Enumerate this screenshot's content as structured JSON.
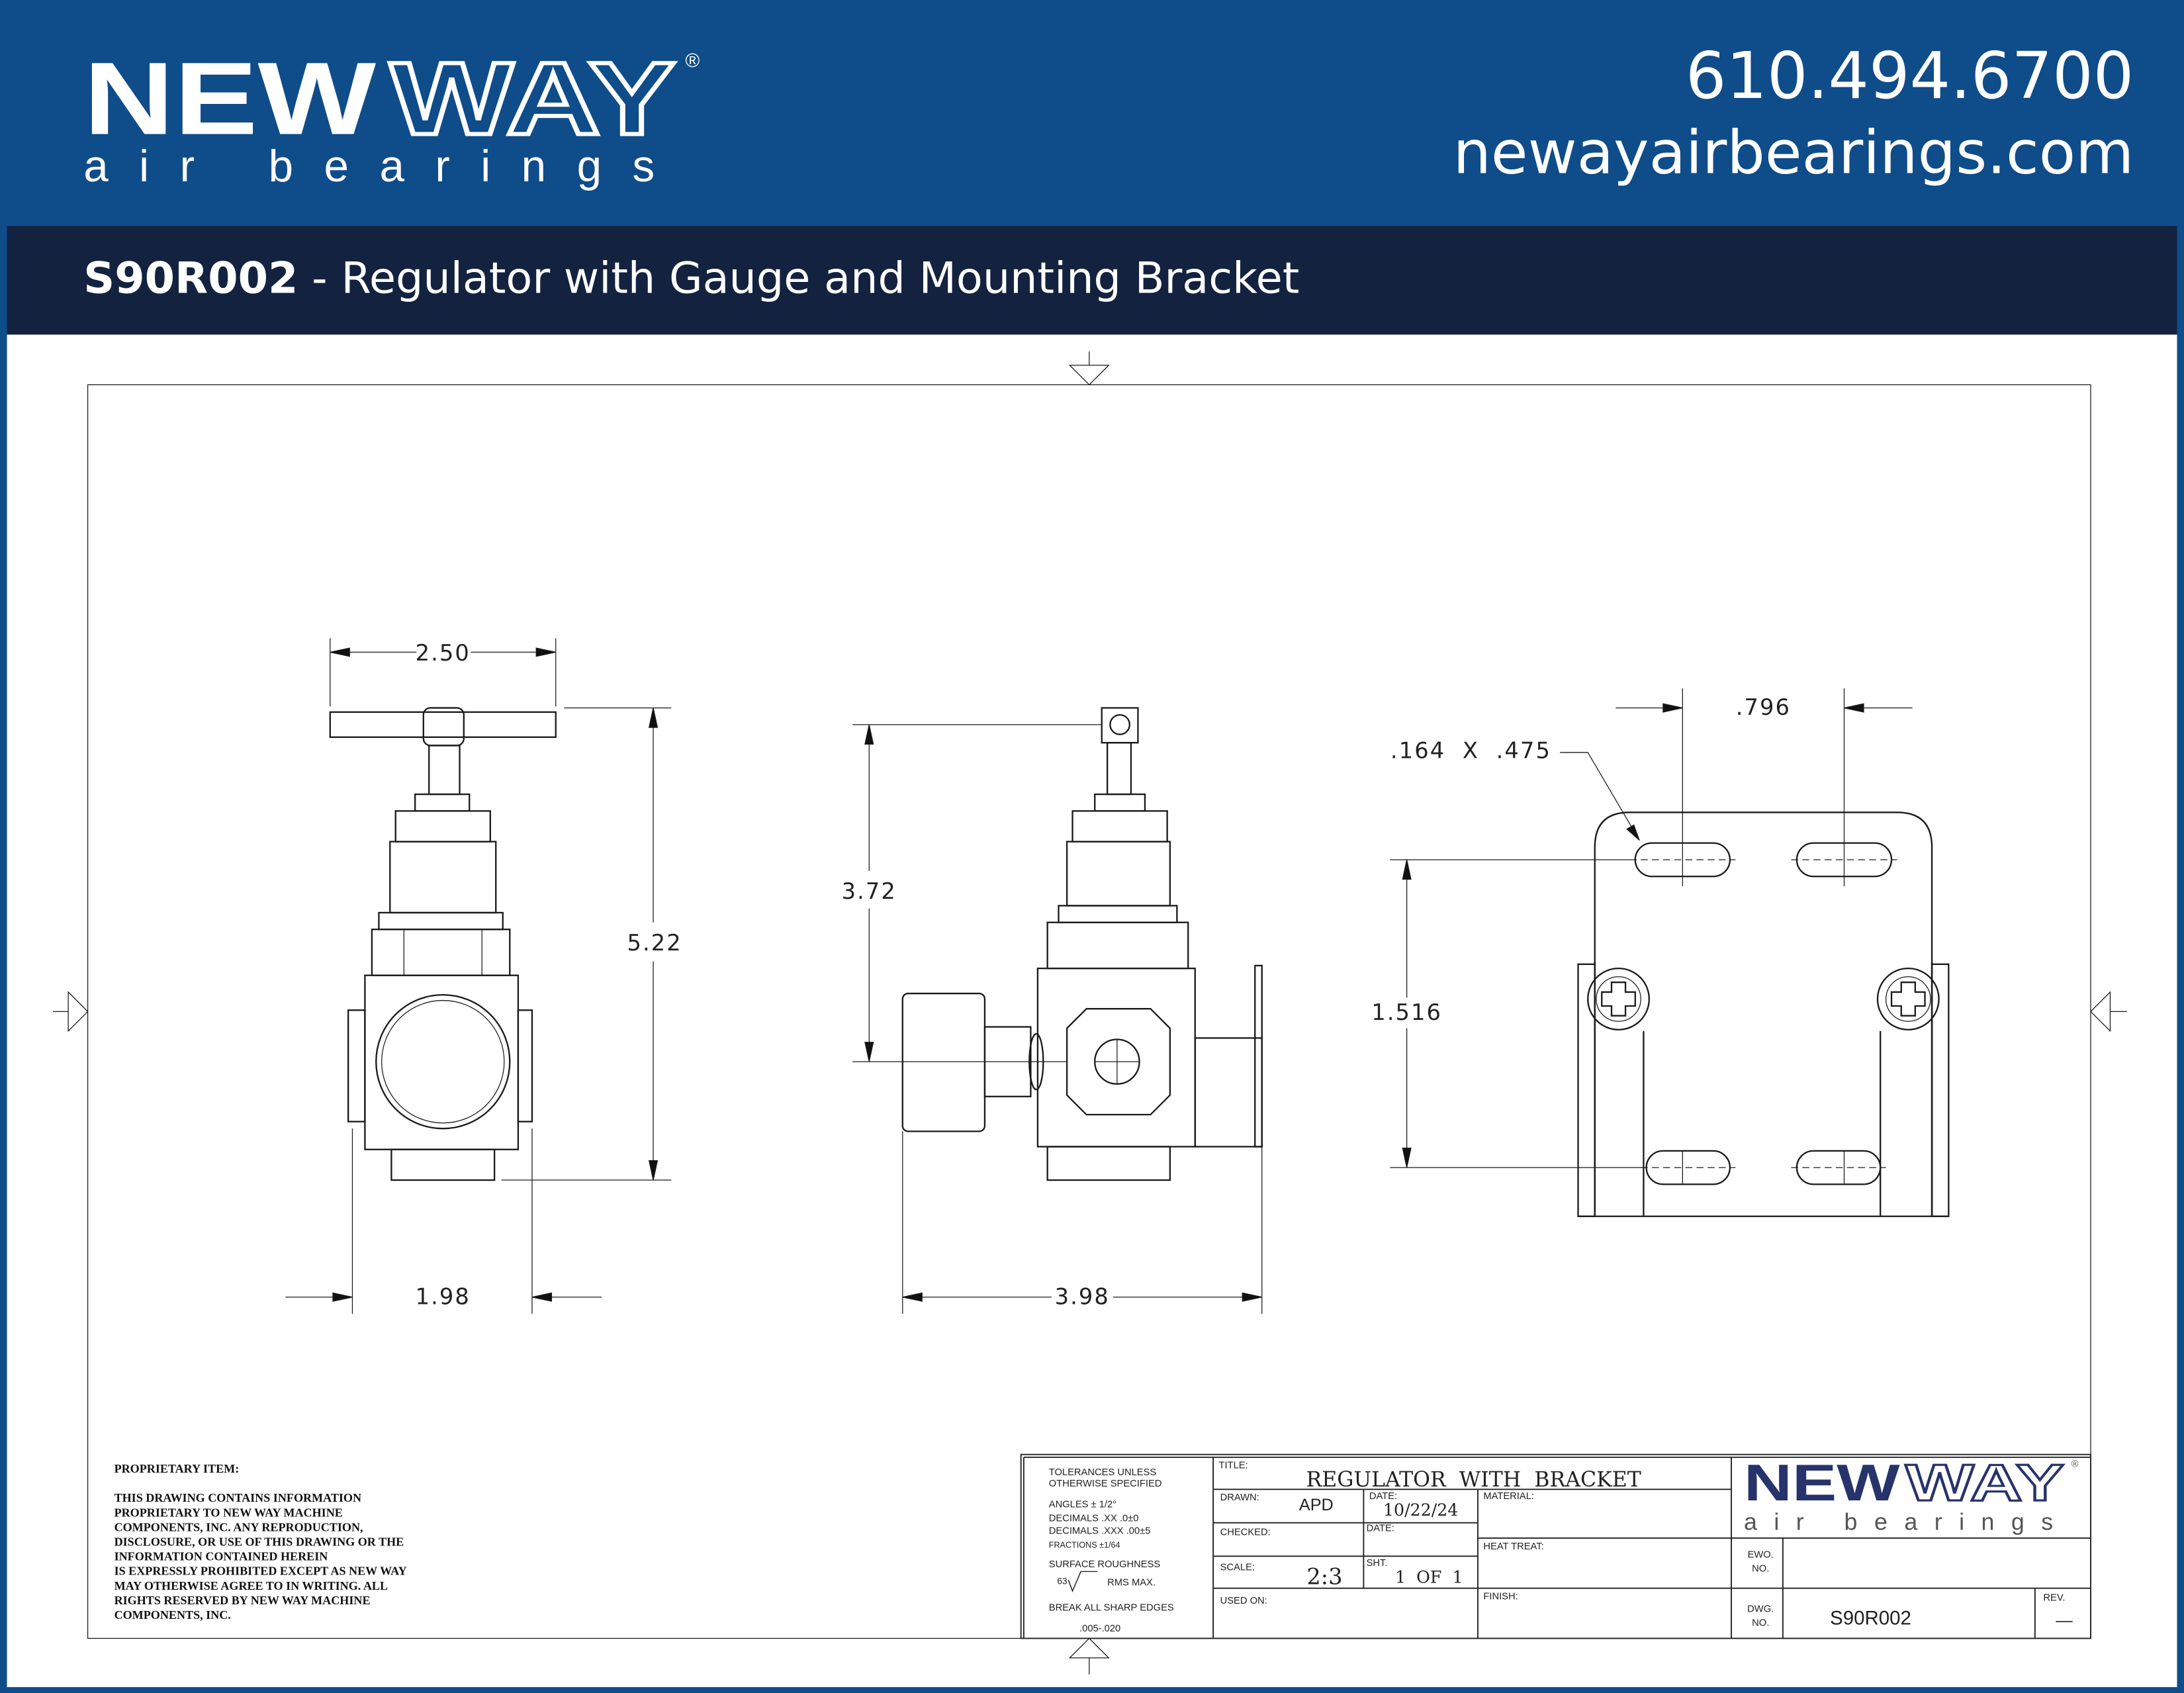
{
  "header": {
    "logo_top": "NEWWAY",
    "logo_bottom": "air bearings",
    "registered": "®",
    "phone": "610.494.6700",
    "website": "newayairbearings.com"
  },
  "title_bar": {
    "part_number": "S90R002",
    "description": " - Regulator with Gauge and Mounting Bracket"
  },
  "dimensions": {
    "front_width": "2.50",
    "front_height": "5.22",
    "front_body_width": "1.98",
    "side_height": "3.72",
    "side_width": "3.98",
    "bracket_spacing": ".796",
    "slot_size": ".164  X  .475",
    "bracket_vertical": "1.516"
  },
  "proprietary": {
    "heading": "PROPRIETARY ITEM:",
    "lines": [
      "THIS DRAWING CONTAINS INFORMATION",
      "PROPRIETARY TO NEW WAY MACHINE",
      "COMPONENTS, INC. ANY REPRODUCTION,",
      "DISCLOSURE, OR USE OF THIS DRAWING OR THE",
      "INFORMATION CONTAINED HEREIN",
      "IS EXPRESSLY PROHIBITED EXCEPT AS NEW WAY",
      "MAY OTHERWISE AGREE TO IN WRITING. ALL",
      "RIGHTS RESERVED BY NEW WAY MACHINE",
      "COMPONENTS, INC."
    ]
  },
  "title_block": {
    "tolerances_1": "TOLERANCES UNLESS",
    "tolerances_2": "OTHERWISE SPECIFIED",
    "angles": "ANGLES ±  1/2°",
    "decimals_xx": "DECIMALS .XX  .0±0",
    "decimals_xxx": "DECIMALS .XXX .00±5",
    "fractions": "FRACTIONS   ±1/64",
    "surface_roughness": "SURFACE ROUGHNESS",
    "roughness_value": "63",
    "rms": "RMS MAX.",
    "break_edges": "BREAK ALL SHARP EDGES",
    "break_value": ".005-.020",
    "title_label": "TITLE:",
    "title": "REGULATOR  WITH  BRACKET",
    "drawn_label": "DRAWN:",
    "drawn": "APD",
    "date_label": "DATE:",
    "date": "10/22/24",
    "checked_label": "CHECKED:",
    "date2_label": "DATE:",
    "scale_label": "SCALE:",
    "scale": "2:3",
    "sheet_label": "SHT.",
    "sheet": "1  OF  1",
    "used_on_label": "USED ON:",
    "material_label": "MATERIAL:",
    "heat_treat_label": "HEAT TREAT:",
    "finish_label": "FINISH:",
    "ewo_label_1": "EWO.",
    "ewo_label_2": "NO.",
    "dwg_label_1": "DWG.",
    "dwg_label_2": "NO.",
    "dwg_no": "S90R002",
    "rev_label": "REV.",
    "rev": "—",
    "logo_top": "NEWWAY",
    "logo_bottom": "air bearings"
  },
  "colors": {
    "brand_blue": "#0f4c8a",
    "title_bar": "#13223f",
    "logo_navy": "#27336b"
  }
}
